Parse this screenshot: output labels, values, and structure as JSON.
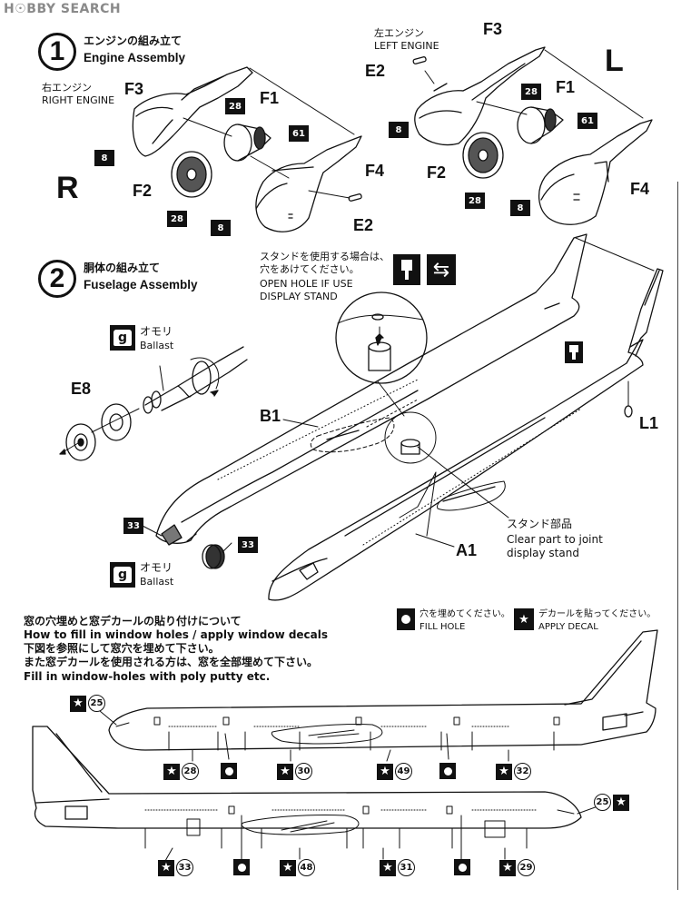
{
  "watermark": "H☉BBY SEARCH",
  "step1": {
    "number": "1",
    "title_jp": "エンジンの組み立て",
    "title_en": "Engine Assembly",
    "right_engine_jp": "右エンジン",
    "right_engine_en": "RIGHT ENGINE",
    "left_engine_jp": "左エンジン",
    "left_engine_en": "LEFT ENGINE",
    "side_right": "R",
    "side_left": "L",
    "parts": {
      "f1": "F1",
      "f2": "F2",
      "f3": "F3",
      "f4": "F4",
      "e2": "E2"
    },
    "codes": {
      "c8": "8",
      "c28": "28",
      "c61": "61"
    }
  },
  "step2": {
    "number": "2",
    "title_jp": "胴体の組み立て",
    "title_en": "Fuselage Assembly",
    "stand_jp_1": "スタンドを使用する場合は、",
    "stand_jp_2": "穴をあけてください。",
    "stand_en_1": "OPEN HOLE  IF USE",
    "stand_en_2": "DISPLAY STAND",
    "ballast_jp": "オモリ",
    "ballast_en": "Ballast",
    "weight_icon": "g",
    "parts": {
      "e8": "E8",
      "b1": "B1",
      "a1": "A1",
      "l1": "L1"
    },
    "codes": {
      "c33": "33"
    },
    "clear_part_jp": "スタンド部品",
    "clear_part_en_1": "Clear part to joint",
    "clear_part_en_2": "display stand"
  },
  "windows": {
    "jp_1": "窓の穴埋めと窓デカールの貼り付けについて",
    "en_1": "How to fill in window holes / apply window decals",
    "jp_2": "下図を参照にして窓穴を埋めて下さい。",
    "jp_3": "また窓デカールを使用される方は、窓を全部埋めて下さい。",
    "en_2": "Fill in window-holes with poly putty etc."
  },
  "legend": {
    "fill_jp": "穴を埋めてください。",
    "fill_en": "FILL HOLE",
    "decal_jp": "デカールを貼ってください。",
    "decal_en": "APPLY DECAL"
  },
  "decals": {
    "d25": "25",
    "d28": "28",
    "d30": "30",
    "d49": "49",
    "d32": "32",
    "d33": "33",
    "d48": "48",
    "d31": "31",
    "d29": "29"
  },
  "icons": {
    "star": "★",
    "swap": "⇆"
  }
}
